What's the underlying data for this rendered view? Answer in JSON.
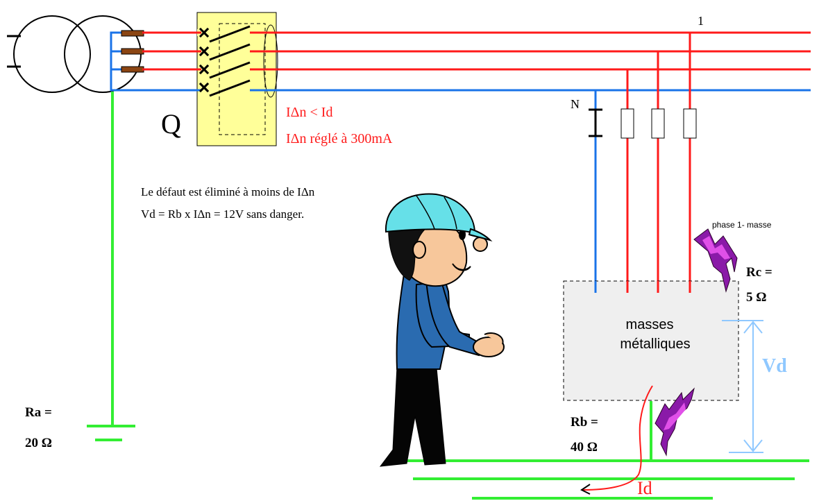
{
  "labels": {
    "phase_number": "1",
    "neutral": "N",
    "breaker": "Q",
    "idn_condition": "IΔn <  Id",
    "idn_setting": "IΔn réglé à 300mA",
    "note_line1": "Le défaut est éliminé à moins de IΔn",
    "note_line2": "Vd = Rb x IΔn = 12V  sans danger.",
    "fault_label": "phase 1- masse",
    "rc_line1": "Rc =",
    "rc_line2": "5 Ω",
    "masses_line1": "masses",
    "masses_line2": "métalliques",
    "vd": "Vd",
    "ra_line1": "Ra =",
    "ra_line2": "20 Ω",
    "rb_line1": "Rb =",
    "rb_line2": "40 Ω",
    "id": "Id"
  },
  "colors": {
    "phase": "#ff1a1a",
    "neutral": "#1a73e8",
    "earth": "#33ee33",
    "vd_arrow": "#8fc8ff",
    "breaker_fill": "#ffff99",
    "masses_fill": "#efefef",
    "lightning": "#8a1aa8",
    "helmet": "#66e0e8",
    "shirt": "#2a6bb0",
    "skin": "#f7c79b"
  }
}
